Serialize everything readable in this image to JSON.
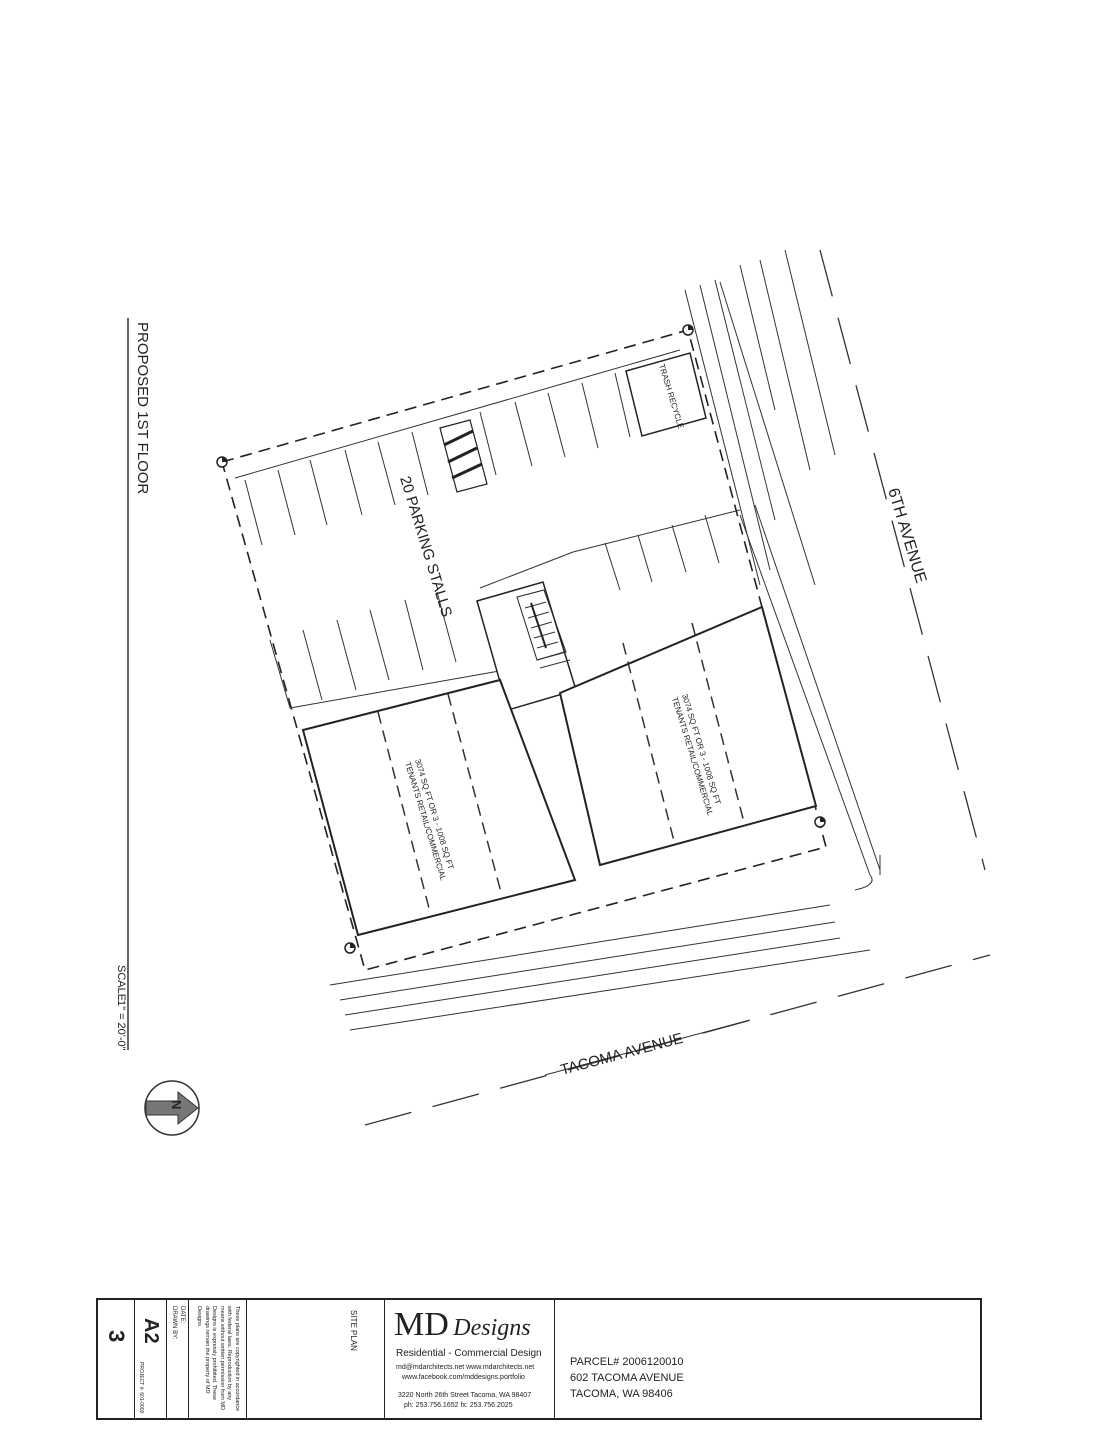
{
  "drawing": {
    "sheet_title": "PROPOSED 1ST FLOOR",
    "scale_label": "SCALE",
    "scale_value": "1\" = 20'-0\"",
    "north_letter": "N",
    "street_east": "6TH AVENUE",
    "street_south": "TACOMA AVENUE",
    "parking_label": "20 PARKING STALLS",
    "trash_label": "TRASH RECYCLE",
    "tenant_line1": "3074 SQ FT OR 3 - 1008 SQ FT",
    "tenant_line2": "TENANTS RETAIL/COMMERCIAL"
  },
  "title_block": {
    "sheet_number": "3",
    "sheet_id": "A2",
    "project_no": "PROJECT #: 601-0000",
    "date": "DATE:",
    "drawn_by": "DRAWN BY:",
    "copyright_note": "These plans are copyrighted in accordance with federal laws. Reproduction by any means without written permission from MD Designs is expressly prohibited. These drawings remain the property of MD Designs.",
    "sheet_name": "SITE PLAN",
    "logo_md": "MD",
    "logo_designs": "Designs",
    "tagline": "Residential - Commercial Design",
    "email_web": "md@mdarchitects.net  www.mdarchitects.net",
    "facebook": "www.facebook.com/mddesigns.portfolio",
    "address": "3220 North 26th Street  Tacoma, WA 98407",
    "phone": "ph: 253.756.1652  fx: 253.756.2025",
    "parcel": "PARCEL# 2006120010",
    "site_address": "602 TACOMA AVENUE",
    "site_city": "TACOMA, WA 98406"
  }
}
